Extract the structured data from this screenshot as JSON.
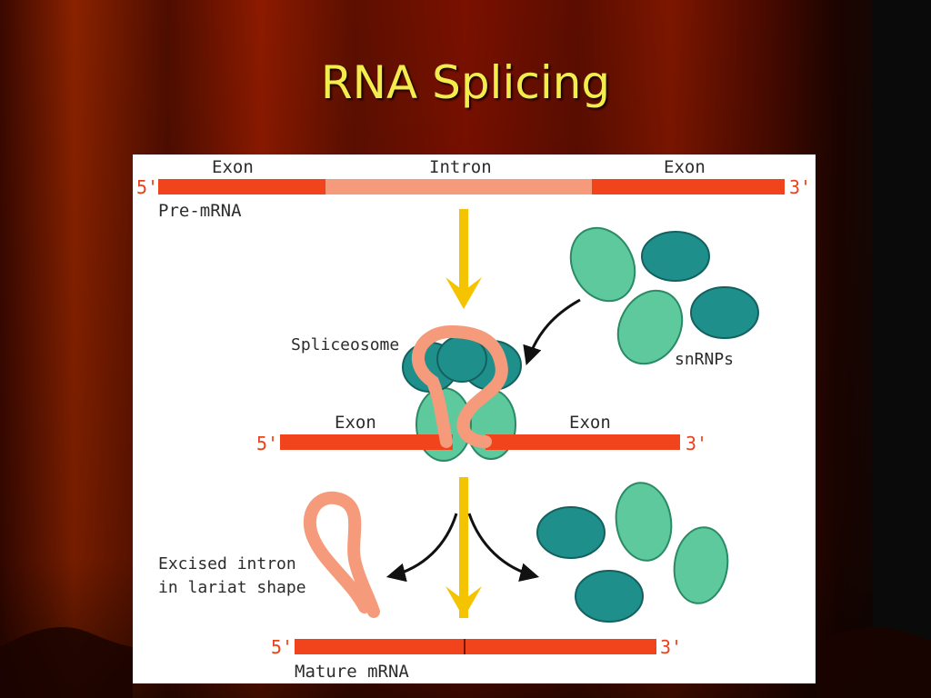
{
  "title": "RNA Splicing",
  "figure": {
    "pre_mrna": {
      "exon_left": "Exon",
      "intron": "Intron",
      "exon_right": "Exon",
      "five_prime": "5'",
      "three_prime": "3'",
      "label": "Pre-mRNA"
    },
    "spliceosome_label": "Spliceosome",
    "snrnps_label": "snRNPs",
    "splice_stage": {
      "exon_left": "Exon",
      "exon_right": "Exon",
      "five_prime": "5'",
      "three_prime": "3'"
    },
    "excised_intron_line1": "Excised intron",
    "excised_intron_line2": "in lariat shape",
    "mature": {
      "five_prime": "5'",
      "three_prime": "3'",
      "label": "Mature mRNA"
    }
  },
  "colors": {
    "exon": "#f1441c",
    "intron": "#f59a7a",
    "snrnp_light": "#5dc99c",
    "snrnp_dark": "#1f8f8c",
    "arrow": "#f5c400",
    "title": "#f2ec4c"
  }
}
